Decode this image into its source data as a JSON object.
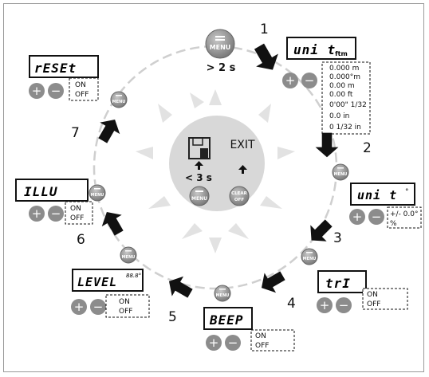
{
  "menu_button": {
    "label": "MENU",
    "hold_hint": "> 2 s"
  },
  "center": {
    "save_hint": "< 3 s",
    "exit_label": "EXIT",
    "menu_label": "MENU",
    "clear_label_1": "CLEAR",
    "clear_label_2": "OFF"
  },
  "steps": [
    {
      "number": "1"
    },
    {
      "number": "2"
    },
    {
      "number": "3"
    },
    {
      "number": "4"
    },
    {
      "number": "5"
    },
    {
      "number": "6"
    },
    {
      "number": "7"
    }
  ],
  "displays": {
    "unit_length": {
      "text": "uni t",
      "suffix": "ftm",
      "options": [
        "0.000 m",
        "0.000°m",
        "0.00 m",
        "0.00 ft",
        "0'00\" 1/32",
        "0.0 in",
        "0 1/32 in"
      ]
    },
    "unit_angle": {
      "text": "uni t",
      "suffix": "°",
      "options": [
        "+/- 0.0°",
        "%"
      ]
    },
    "tri": {
      "text": "trI",
      "options": [
        "ON",
        "OFF"
      ]
    },
    "beep": {
      "text": "BEEP",
      "options": [
        "ON",
        "OFF"
      ]
    },
    "level": {
      "text": "LEVEL",
      "suffix": "88.8°",
      "options": [
        "ON",
        "OFF"
      ]
    },
    "illu": {
      "text": "ILLU",
      "options": [
        "ON",
        "OFF"
      ]
    },
    "reset": {
      "text": "rESEt",
      "options": [
        "ON",
        "OFF"
      ]
    }
  },
  "small_menu_label": "MENU",
  "plus_minus": {
    "plus": "+",
    "minus": "−"
  },
  "colors": {
    "button_gray": "#8c8c8c",
    "center_disc": "#d8d8d8",
    "ray": "#e2e2e2",
    "circle_dash": "#cfcfcf",
    "arrow": "#111111"
  },
  "icons": [
    "floppy-disk-icon",
    "up-arrow-icon",
    "plus-icon",
    "minus-icon"
  ]
}
